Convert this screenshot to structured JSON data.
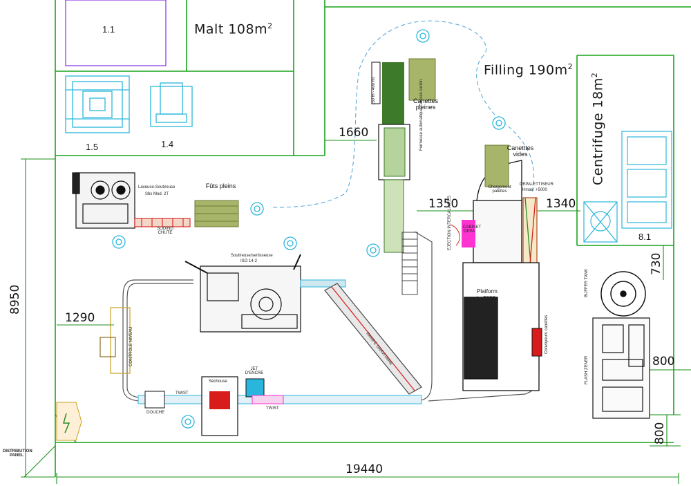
{
  "rooms": {
    "malt": {
      "name": "Malt 108m",
      "exp": "2"
    },
    "filling": {
      "name": "Filling 190m",
      "exp": "2"
    },
    "centrifuge": {
      "name": "Centrifuge 18m",
      "exp": "2"
    }
  },
  "zones": {
    "z1_1": "1.1",
    "z1_5": "1.5",
    "z1_4": "1.4",
    "z8_1": "8.1"
  },
  "dimensions": {
    "d1660": "1660",
    "d1350": "1350",
    "d1340": "1340",
    "d730": "730",
    "d8950": "8950",
    "d1290": "1290",
    "d800a": "800",
    "d800b": "800",
    "d19440": "19440"
  },
  "labels": {
    "canettes_pleines": "Canettes pleines",
    "canettes_vides": "Canetttes vides",
    "futs_pleins": "Fûts pleins",
    "laveuse": "Laveuse-Soutireuse",
    "laveuse_model": "Sbs Mod. 2T",
    "sliding_chute": "SLIDING CHUTE",
    "soutireuse": "Soutireuse/sertisseuse",
    "soutireuse_model": "ISO 14-2",
    "platform": "Platform",
    "platform_h": "h=2000",
    "depalettiseur": "DEPALETTISEUR",
    "depalettiseur_h": "Hmax: +5000",
    "chargement": "Chargement palettes",
    "cabinet": "CABINET DEPA",
    "ejection": "EJECTION INTERCALAIRES",
    "rampe": "RAMPE GRAVITAIRE",
    "buffer_tank": "BUFFER TANK",
    "flash_zener": "FLASH ZENER",
    "controle": "CONTROLE NIVEAU",
    "douche": "DOUCHE",
    "twist1": "TWIST",
    "twist2": "TWIST",
    "sechouse": "Séchouse",
    "jet": "JET D'ENCRE",
    "distribution": "DISTRIBUTION PANEL",
    "formeuse": "Formeuse automatique Caisses carton",
    "convoyeur": "Convoyeurs canettes",
    "cap_label": "150 m - 400 ml"
  },
  "colors": {
    "equipment_cyan": "#2ab6dc",
    "wall": "#19a319",
    "dimension": "#198f19",
    "conveyor_green": "#3d7a2a",
    "pallet_olive": "#a6b56a",
    "magenta": "#ff32d2",
    "red": "#d81c1c",
    "light_blue_path": "#5aa9d9"
  }
}
